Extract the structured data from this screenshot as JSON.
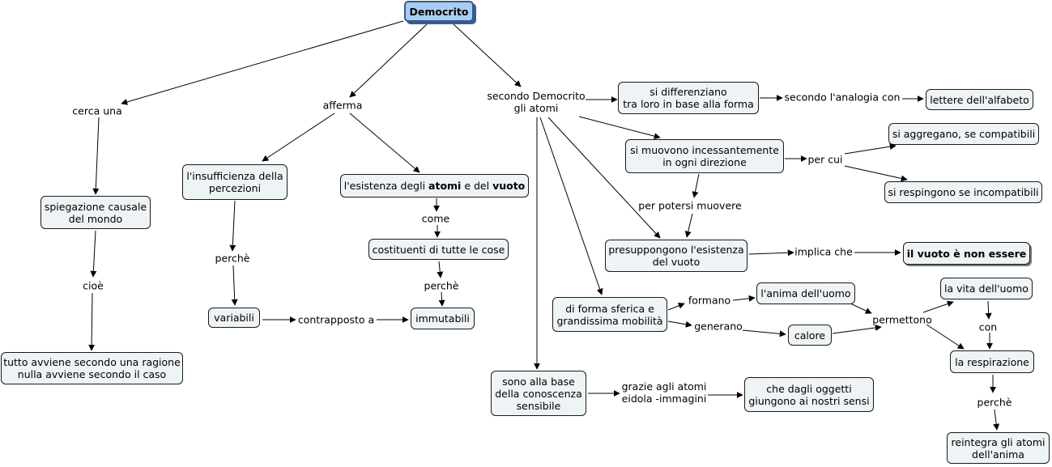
{
  "root": "Democrito",
  "nodes": {
    "spiegazione": [
      "spiegazione causale",
      "del mondo"
    ],
    "tutto": [
      "tutto avviene secondo una ragione",
      "nulla avviene secondo il caso"
    ],
    "insufficienza": [
      "l'insufficienza della",
      "percezioni"
    ],
    "variabili": "variabili",
    "esistenza_pre": "l'esistenza degli ",
    "esistenza_atomi": "atomi",
    "esistenza_mid": " e del ",
    "esistenza_vuoto": "vuoto",
    "costituenti": "costituenti di tutte le cose",
    "immutabili": "immutabili",
    "differenziano": [
      "si differenziano",
      "tra loro in base alla forma"
    ],
    "lettere": "lettere dell'alfabeto",
    "muovono": [
      "si muovono incessantemente",
      "in ogni direzione"
    ],
    "aggregano": "si aggregano, se compatibili",
    "respingono": "si respingono se incompatibili",
    "presuppongono": [
      "presuppongono l'esistenza",
      "del vuoto"
    ],
    "nonessere": "il vuoto è non essere",
    "sferica": [
      "di forma sferica e",
      "grandissima mobilità"
    ],
    "anima": "l'anima dell'uomo",
    "calore": "calore",
    "vita": "la vita dell'uomo",
    "respirazione": "la respirazione",
    "reintegra": [
      "reintegra gli atomi",
      "dell'anima"
    ],
    "base": [
      "sono alla base",
      "della conoscenza",
      "sensibile"
    ],
    "oggetti": [
      "che dagli oggetti",
      "giungono ai nostri sensi"
    ]
  },
  "labels": {
    "cerca": "cerca una",
    "afferma": "afferma",
    "secondo": [
      "secondo Democrito",
      "gli atomi"
    ],
    "cioe": "cioè",
    "perche1": "perchè",
    "contrapposto": "contrapposto a",
    "come": "come",
    "perche2": "perchè",
    "analogia": "secondo l'analogia con",
    "percui": "per cui",
    "potersi": "per potersi muovere",
    "implica": "implica che",
    "formano": "formano",
    "generano": "generano",
    "permettono": "permettono",
    "con": "con",
    "perche3": "perchè",
    "grazie": [
      "grazie agli atomi",
      "eidola -immagini"
    ]
  }
}
